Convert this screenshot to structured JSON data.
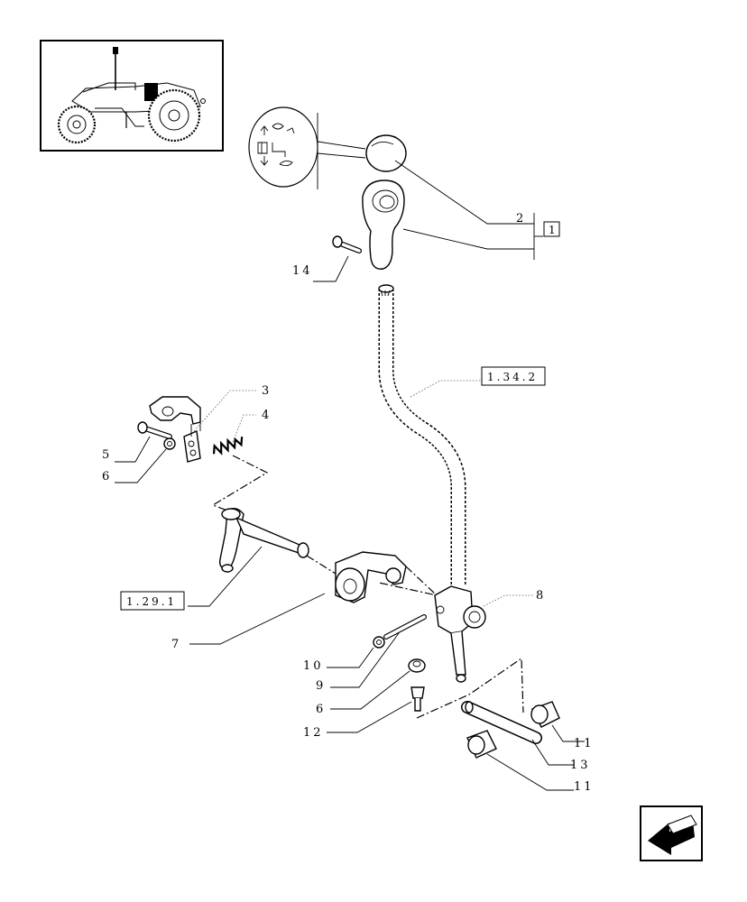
{
  "callouts": {
    "c2": "2",
    "c3": "3",
    "c4": "4",
    "c5": "5",
    "c6a": "6",
    "c6b": "6",
    "c7": "7",
    "c8": "8",
    "c9": "9",
    "c10": "10",
    "c11a": "11",
    "c11b": "11",
    "c12": "12",
    "c13": "13",
    "c14": "14"
  },
  "references": {
    "group_box": "1",
    "ref_lever": "1.34.2",
    "ref_shaft": "1.29.1"
  },
  "thumbnail": {
    "icon": "tractor-icon"
  },
  "navigation": {
    "icon": "back-arrow-icon"
  }
}
